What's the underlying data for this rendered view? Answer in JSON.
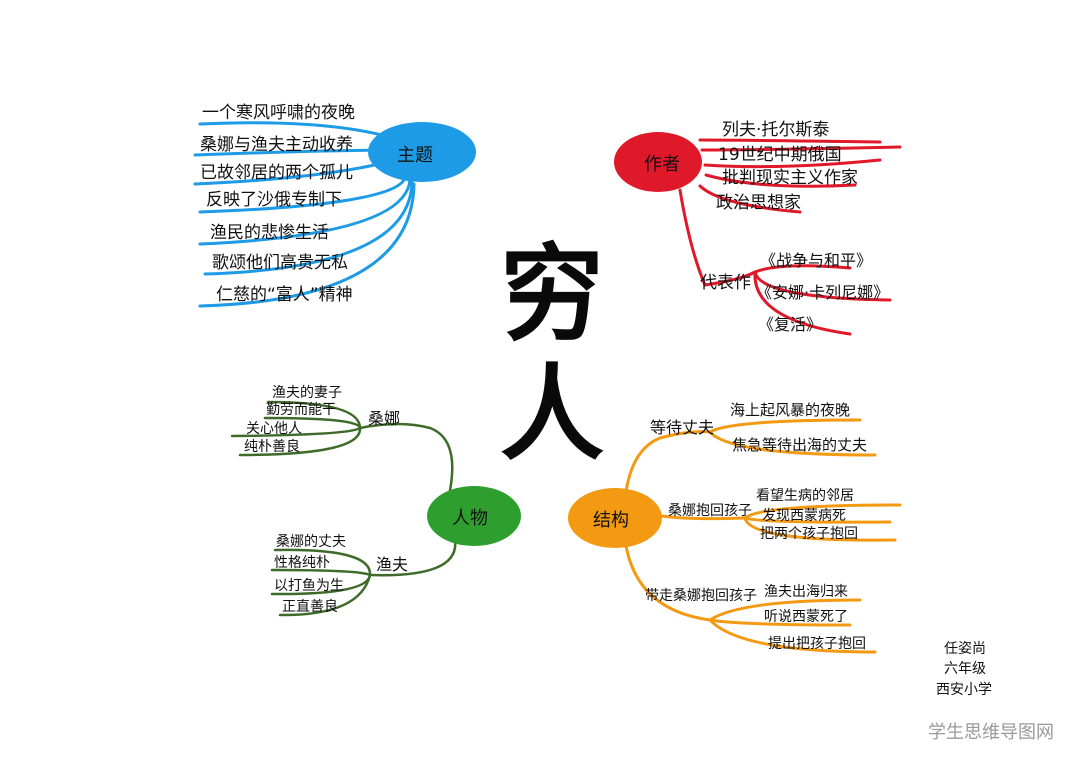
{
  "title": {
    "char1": "穷",
    "char2": "人"
  },
  "branches": {
    "theme": {
      "label": "主题",
      "color": "#1e9be6",
      "items": [
        "一个寒风呼啸的夜晚",
        "桑娜与渔夫主动收养",
        "已故邻居的两个孤儿",
        "反映了沙俄专制下",
        "渔民的悲惨生活",
        "歌颂他们高贵无私",
        "仁慈的“富人”精神"
      ]
    },
    "author": {
      "label": "作者",
      "color": "#e0192a",
      "items": [
        "列夫·托尔斯泰",
        "19世纪中期俄国",
        "批判现实主义作家",
        "政治思想家"
      ],
      "works_label": "代表作",
      "works": [
        "《战争与和平》",
        "《安娜·卡列尼娜》",
        "《复活》"
      ]
    },
    "characters": {
      "label": "人物",
      "color": "#2e9e2e",
      "line_color": "#3f6b2a",
      "sangna": {
        "label": "桑娜",
        "items": [
          "渔夫的妻子",
          "勤劳而能干",
          "关心他人",
          "纯朴善良"
        ]
      },
      "fisherman": {
        "label": "渔夫",
        "items": [
          "桑娜的丈夫",
          "性格纯朴",
          "以打鱼为生",
          "正直善良"
        ]
      }
    },
    "structure": {
      "label": "结构",
      "color": "#f39a12",
      "groups": [
        {
          "label": "等待丈夫",
          "items": [
            "海上起风暴的夜晚",
            "焦急等待出海的丈夫"
          ]
        },
        {
          "label": "桑娜抱回孩子",
          "items": [
            "看望生病的邻居",
            "发现西蒙病死",
            "把两个孩子抱回"
          ]
        },
        {
          "label": "带走桑娜抱回孩子",
          "items": [
            "渔夫出海归来",
            "听说西蒙死了",
            "提出把孩子抱回"
          ]
        }
      ]
    }
  },
  "signature": [
    "任姿尚",
    "六年级",
    "西安小学"
  ],
  "watermark": "学生思维导图网"
}
